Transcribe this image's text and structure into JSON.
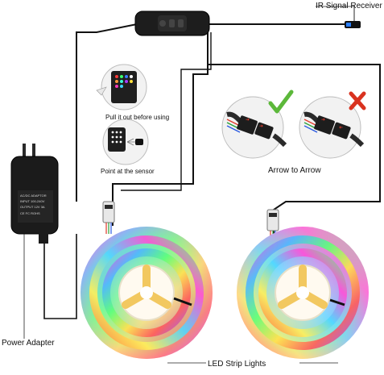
{
  "labels": {
    "ir_signal_receiver": "IR Signal Receiver",
    "arrow_to_arrow": "Arrow to Arrow",
    "pull_it_out": "Pull it out before using",
    "point_at_sensor": "Point at the sensor",
    "power_adapter": "Power Adapter",
    "led_strip_lights": "LED Strip Lights"
  },
  "icons": {
    "correct": "check-mark-icon",
    "incorrect": "x-mark-icon"
  },
  "colors": {
    "check": "#5cb83a",
    "cross": "#d9321f",
    "arrow": "#e03a2a",
    "cable": "#111111",
    "device": "#1d1d1d"
  }
}
